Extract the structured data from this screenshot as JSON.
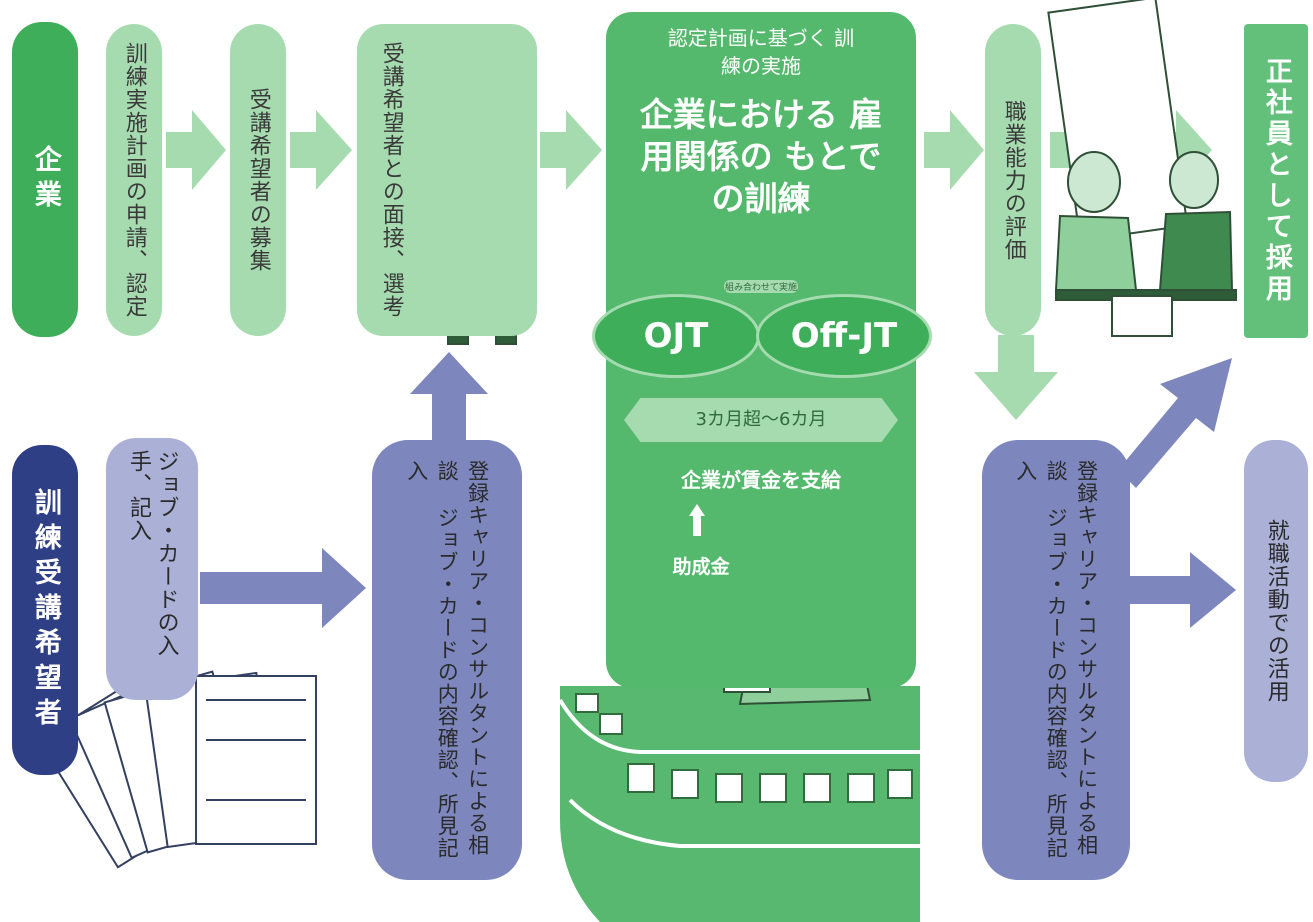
{
  "company_label": "企業",
  "trainee_label": "訓練受講希望者",
  "steps": {
    "apply": "訓練実施計画の申請、認定",
    "recruit": "受講希望者の募集",
    "interview": "受講希望者との面接、選考",
    "evaluation": "職業能力の評価",
    "hire": "正社員として採用"
  },
  "center": {
    "subtitle": "認定計画に基づく 訓練の実施",
    "title": "企業における 雇用関係の もとでの訓練",
    "combined_label": "組み合わせて実施",
    "ojt": "OJT",
    "offjt": "Off-JT",
    "period": "3カ月超～6カ月",
    "wage": "企業が賃金を支給",
    "subsidy": "助成金"
  },
  "trainee_steps": {
    "jobcard": "ジョブ・カードの入手、記入",
    "consult1": "登録キャリア・コンサルタントによる相談 ジョブ・カードの内容確認、所見記入",
    "consult2": "登録キャリア・コンサルタントによる相談 ジョブ・カードの内容確認、所見記入",
    "jobhunt": "就職活動での活用"
  }
}
